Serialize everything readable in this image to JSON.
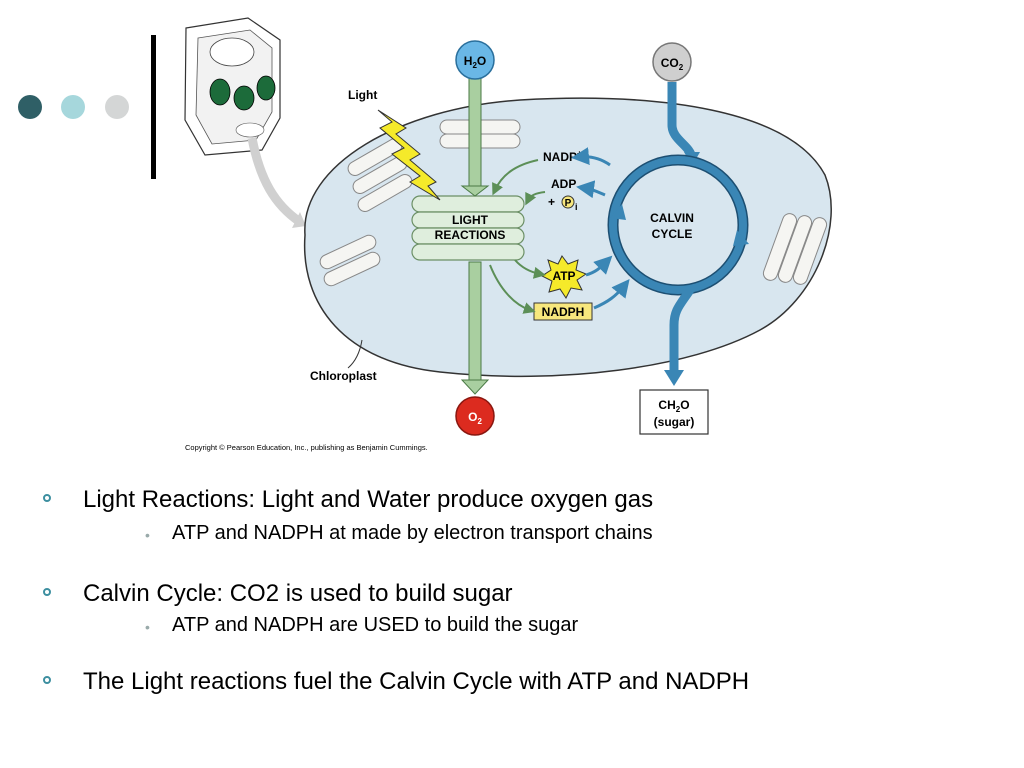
{
  "decor": {
    "dot_colors": [
      "#2f5f66",
      "#a6d7dc",
      "#d4d6d6"
    ]
  },
  "diagram": {
    "labels": {
      "h2o": "H2O",
      "co2": "CO2",
      "light": "Light",
      "light_reactions": [
        "LIGHT",
        "REACTIONS"
      ],
      "nadp": "NADP+",
      "adp": "ADP",
      "plus_p": "+ P",
      "pi_sub": "i",
      "calvin_cycle": [
        "CALVIN",
        "CYCLE"
      ],
      "atp": "ATP",
      "nadph": "NADPH",
      "chloroplast": "Chloroplast",
      "o2": "O2",
      "ch2o": "CH2O",
      "sugar": "(sugar)",
      "copyright": "Copyright © Pearson Education, Inc., publishing as Benjamin Cummings."
    },
    "colors": {
      "stroma": "#d8e6ef",
      "thylakoid": "#dfeedd",
      "blue_arrow": "#3a86b5",
      "green_arrow": "#a9cfa0",
      "h2o_circle": "#6ab7e6",
      "co2_circle": "#cfcfcf",
      "o2_circle": "#dc2b1f",
      "atp_star": "#f5ea2a",
      "nadph_box": "#f7e77d"
    }
  },
  "bullets": [
    {
      "text": "Light Reactions: Light and Water produce oxygen gas",
      "sub": "ATP and NADPH at made by electron transport chains"
    },
    {
      "text": "Calvin Cycle: CO2 is used to build sugar",
      "sub": "ATP and NADPH are USED to build the sugar"
    },
    {
      "text": "The Light reactions fuel the Calvin Cycle with ATP and NADPH",
      "sub": ""
    }
  ]
}
